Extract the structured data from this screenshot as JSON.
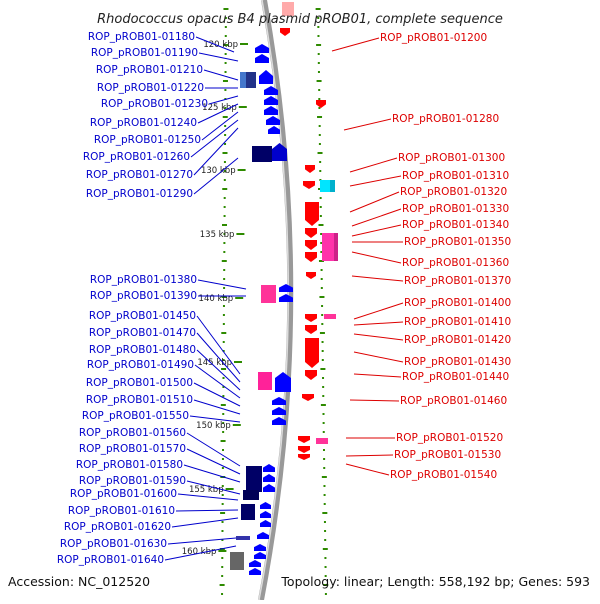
{
  "title": "Rhodococcus opacus B4 plasmid pROB01, complete sequence",
  "accession": "Accession: NC_012520",
  "topology": "Topology: linear; Length: 558,192 bp; Genes: 593",
  "colors": {
    "forward_label": "#0000cc",
    "reverse_label": "#dd0000",
    "backbone": "#999999",
    "tick": "#2e8b00"
  },
  "ticks": [
    "120 kbp",
    "125 kbp",
    "130 kbp",
    "135 kbp",
    "140 kbp",
    "145 kbp",
    "150 kbp",
    "155 kbp",
    "160 kbp"
  ],
  "left_genes": [
    "ROP_pROB01-01180",
    "ROP_pROB01-01190",
    "ROP_pROB01-01210",
    "ROP_pROB01-01220",
    "ROP_pROB01-01230",
    "ROP_pROB01-01240",
    "ROP_pROB01-01250",
    "ROP_pROB01-01260",
    "ROP_pROB01-01270",
    "ROP_pROB01-01290",
    "ROP_pROB01-01380",
    "ROP_pROB01-01390",
    "ROP_pROB01-01450",
    "ROP_pROB01-01470",
    "ROP_pROB01-01480",
    "ROP_pROB01-01490",
    "ROP_pROB01-01500",
    "ROP_pROB01-01510",
    "ROP_pROB01-01550",
    "ROP_pROB01-01560",
    "ROP_pROB01-01570",
    "ROP_pROB01-01580",
    "ROP_pROB01-01590",
    "ROP_pROB01-01600",
    "ROP_pROB01-01610",
    "ROP_pROB01-01620",
    "ROP_pROB01-01630",
    "ROP_pROB01-01640"
  ],
  "right_genes": [
    "ROP_pROB01-01200",
    "ROP_pROB01-01280",
    "ROP_pROB01-01300",
    "ROP_pROB01-01310",
    "ROP_pROB01-01320",
    "ROP_pROB01-01330",
    "ROP_pROB01-01340",
    "ROP_pROB01-01350",
    "ROP_pROB01-01360",
    "ROP_pROB01-01370",
    "ROP_pROB01-01400",
    "ROP_pROB01-01410",
    "ROP_pROB01-01420",
    "ROP_pROB01-01430",
    "ROP_pROB01-01440",
    "ROP_pROB01-01460",
    "ROP_pROB01-01520",
    "ROP_pROB01-01530",
    "ROP_pROB01-01540"
  ]
}
